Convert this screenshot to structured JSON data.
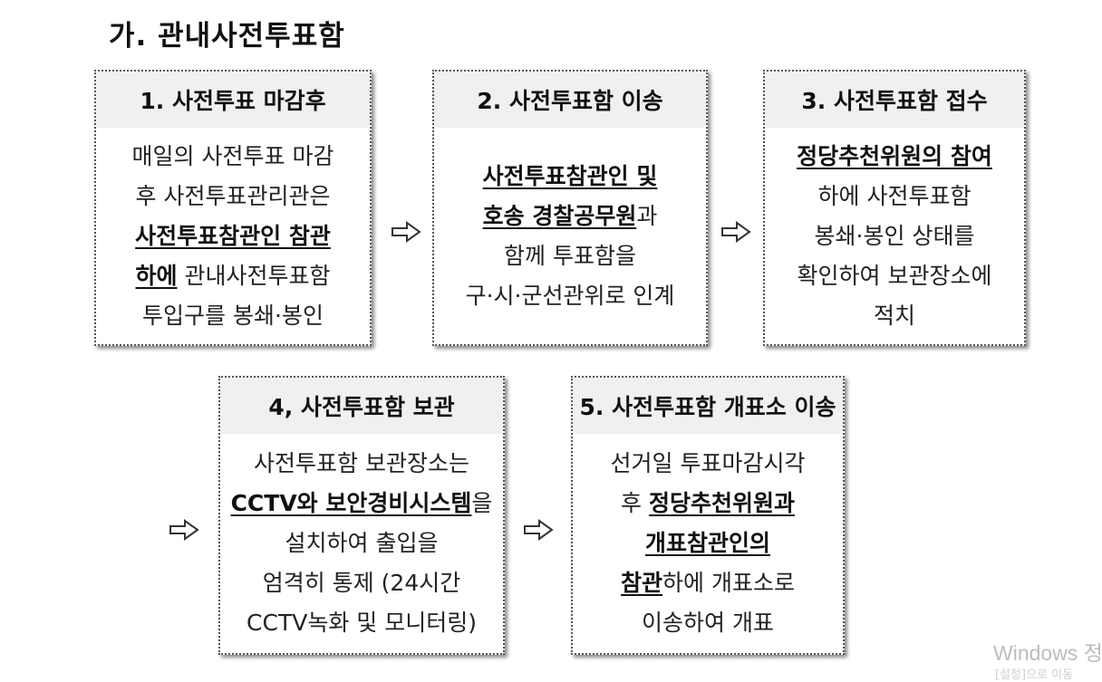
{
  "title": "가. 관내사전투표함",
  "steps": [
    {
      "heading": "1. 사전투표 마감후",
      "lines": [
        [
          {
            "t": "매일의 사전투표 마감",
            "e": false
          }
        ],
        [
          {
            "t": "후 사전투표관리관은",
            "e": false
          }
        ],
        [
          {
            "t": "사전투표참관인 참관",
            "e": true
          }
        ],
        [
          {
            "t": "하에",
            "e": true
          },
          {
            "t": " 관내사전투표함",
            "e": false
          }
        ],
        [
          {
            "t": "투입구를 봉쇄·봉인",
            "e": false
          }
        ]
      ]
    },
    {
      "heading": "2. 사전투표함 이송",
      "lines": [
        [
          {
            "t": "사전투표참관인 및",
            "e": true
          }
        ],
        [
          {
            "t": "호송 경찰공무원",
            "e": true
          },
          {
            "t": "과",
            "e": false
          }
        ],
        [
          {
            "t": "함께 투표함을",
            "e": false
          }
        ],
        [
          {
            "t": "구·시·군선관위로 인계",
            "e": false
          }
        ]
      ]
    },
    {
      "heading": "3. 사전투표함 접수",
      "lines": [
        [
          {
            "t": "정당추천위원의 참여",
            "e": true
          }
        ],
        [
          {
            "t": "하에 사전투표함",
            "e": false
          }
        ],
        [
          {
            "t": "봉쇄·봉인 상태를",
            "e": false
          }
        ],
        [
          {
            "t": "확인하여 보관장소에",
            "e": false
          }
        ],
        [
          {
            "t": "적치",
            "e": false
          }
        ]
      ]
    },
    {
      "heading": "4, 사전투표함 보관",
      "lines": [
        [
          {
            "t": "사전투표함 보관장소는",
            "e": false
          }
        ],
        [
          {
            "t": "CCTV와 보안경비시스템",
            "e": true
          },
          {
            "t": "을",
            "e": false
          }
        ],
        [
          {
            "t": "설치하여 출입을",
            "e": false
          }
        ],
        [
          {
            "t": "엄격히 통제 (24시간",
            "e": false
          }
        ],
        [
          {
            "t": "CCTV녹화 및 모니터링)",
            "e": false
          }
        ]
      ]
    },
    {
      "heading": "5. 사전투표함 개표소 이송",
      "lines": [
        [
          {
            "t": "선거일 투표마감시각",
            "e": false
          }
        ],
        [
          {
            "t": "후 ",
            "e": false
          },
          {
            "t": "정당추천위원과",
            "e": true
          }
        ],
        [
          {
            "t": "개표참관인의 ",
            "e": true
          }
        ],
        [
          {
            "t": "참관",
            "e": true
          },
          {
            "t": "하에 개표소로",
            "e": false
          }
        ],
        [
          {
            "t": "이송하여 개표",
            "e": false
          }
        ]
      ]
    }
  ],
  "watermark": {
    "main": "Windows 정",
    "sub": "[설정]으로 이동"
  }
}
